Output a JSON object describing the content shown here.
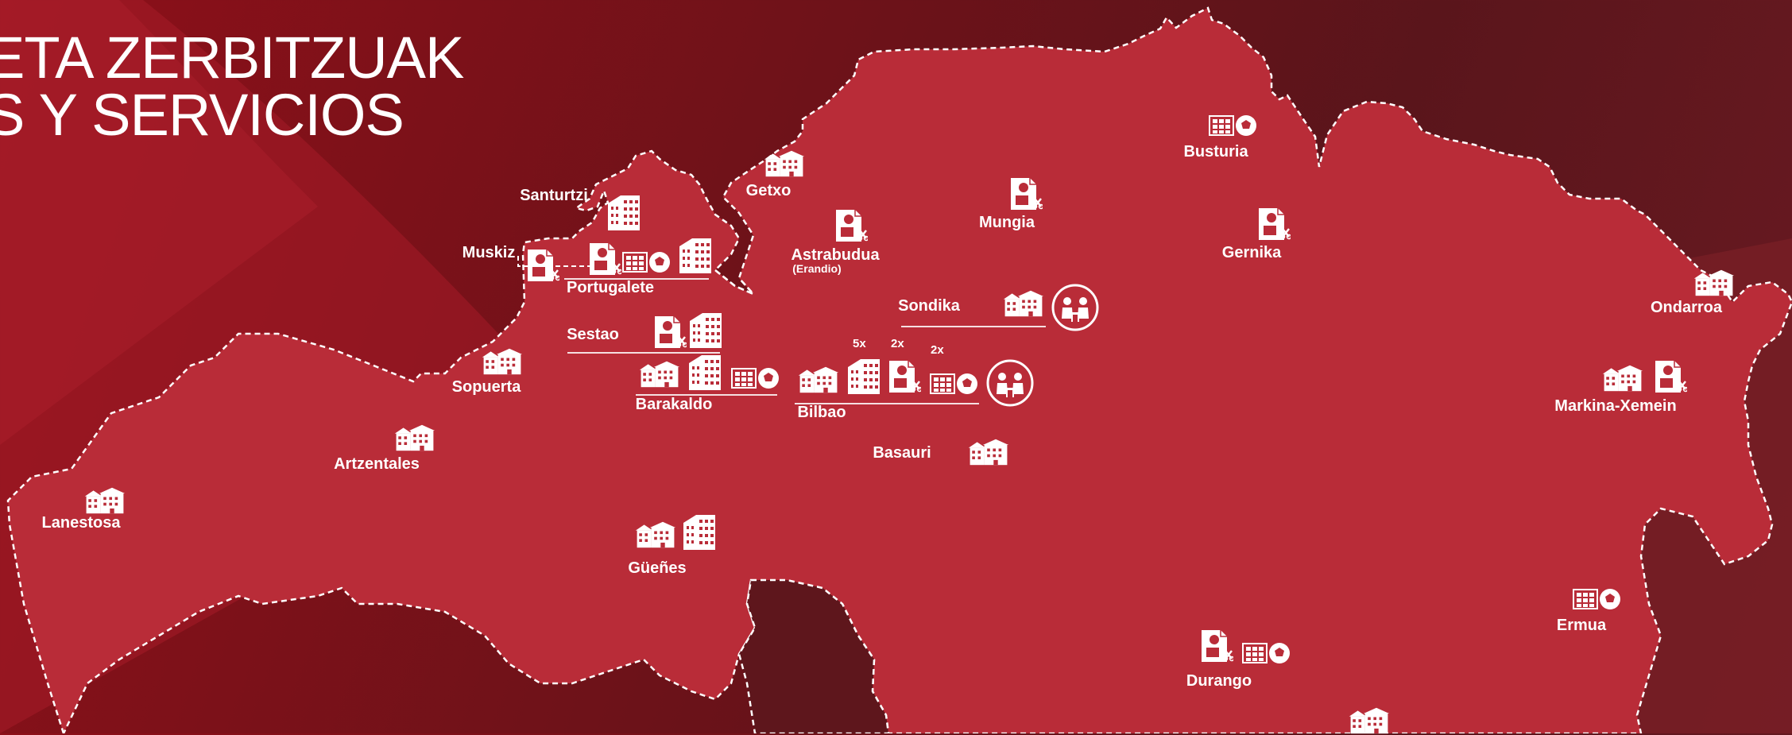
{
  "title": {
    "line1": "ETA ZERBITZUAK",
    "line2": "S Y SERVICIOS"
  },
  "colors": {
    "background": "#6b1219",
    "region_fill": "#b92c38",
    "icon": "#ffffff"
  },
  "places": [
    {
      "id": "lanestosa",
      "name": "Lanestosa",
      "icons": [
        "residence-icon"
      ]
    },
    {
      "id": "artzentales",
      "name": "Artzentales",
      "icons": [
        "residence-icon"
      ]
    },
    {
      "id": "sopuerta",
      "name": "Sopuerta",
      "icons": [
        "residence-icon"
      ]
    },
    {
      "id": "muskiz",
      "name": "Muskiz",
      "icons": [
        "care-document-icon"
      ]
    },
    {
      "id": "santurtzi",
      "name": "Santurtzi",
      "icons": [
        "apartment-building-icon"
      ]
    },
    {
      "id": "portugalete",
      "name": "Portugalete",
      "icons": [
        "care-document-icon",
        "calendar-ball-icon",
        "apartment-building-icon"
      ]
    },
    {
      "id": "getxo",
      "name": "Getxo",
      "icons": [
        "residence-icon"
      ]
    },
    {
      "id": "astrabudua",
      "name": "Astrabudua",
      "sub": "(Erandio)",
      "icons": [
        "care-document-icon"
      ]
    },
    {
      "id": "mungia",
      "name": "Mungia",
      "icons": [
        "care-document-icon"
      ]
    },
    {
      "id": "busturia",
      "name": "Busturia",
      "icons": [
        "calendar-ball-icon"
      ]
    },
    {
      "id": "gernika",
      "name": "Gernika",
      "icons": [
        "care-document-icon"
      ]
    },
    {
      "id": "sondika",
      "name": "Sondika",
      "icons": [
        "residence-icon",
        "meeting-circle-icon"
      ]
    },
    {
      "id": "sestao",
      "name": "Sestao",
      "icons": [
        "care-document-icon",
        "apartment-building-icon"
      ]
    },
    {
      "id": "barakaldo",
      "name": "Barakaldo",
      "icons": [
        "residence-icon",
        "apartment-building-icon",
        "calendar-ball-icon"
      ]
    },
    {
      "id": "bilbao",
      "name": "Bilbao",
      "icons": [
        "residence-icon",
        "apartment-building-icon",
        "care-document-icon",
        "calendar-ball-icon",
        "meeting-circle-icon"
      ],
      "multipliers": [
        "5x",
        "2x",
        "2x"
      ]
    },
    {
      "id": "basauri",
      "name": "Basauri",
      "icons": [
        "residence-icon"
      ]
    },
    {
      "id": "guenes",
      "name": "Güeñes",
      "icons": [
        "residence-icon",
        "apartment-building-icon"
      ]
    },
    {
      "id": "ondarroa",
      "name": "Ondarroa",
      "icons": [
        "residence-icon"
      ]
    },
    {
      "id": "markina",
      "name": "Markina-Xemein",
      "icons": [
        "residence-icon",
        "care-document-icon"
      ]
    },
    {
      "id": "ermua",
      "name": "Ermua",
      "icons": [
        "calendar-ball-icon"
      ]
    },
    {
      "id": "durango",
      "name": "Durango",
      "icons": [
        "care-document-icon",
        "calendar-ball-icon"
      ]
    }
  ]
}
